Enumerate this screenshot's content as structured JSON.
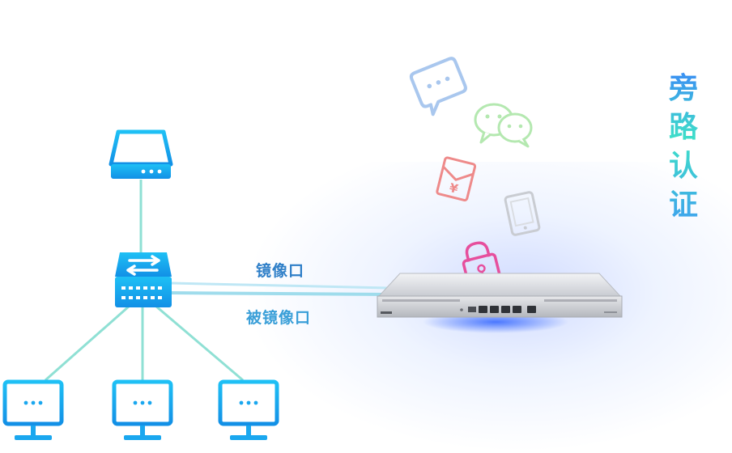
{
  "labels": {
    "mirror_port": "镜像口",
    "mirrored_port": "被镜像口"
  },
  "title": {
    "chars": [
      "旁",
      "路",
      "认",
      "证"
    ]
  },
  "colors": {
    "device_blue": "#1aa7ef",
    "link_teal": "#8fe0d4",
    "mirror_link": "#b8e6f4",
    "chat_icon": "#a9c7ee",
    "wechat_icon": "#b4e8b0",
    "envelope_icon": "#ee8a8a",
    "tablet_icon": "#c9ccd2",
    "lock_icon": "#e64f9d"
  },
  "icons": [
    "storage-server-icon",
    "switch-icon",
    "monitor-icon",
    "chat-bubble-icon",
    "wechat-icon",
    "red-envelope-icon",
    "tablet-icon",
    "lock-icon",
    "authentication-appliance-icon"
  ]
}
